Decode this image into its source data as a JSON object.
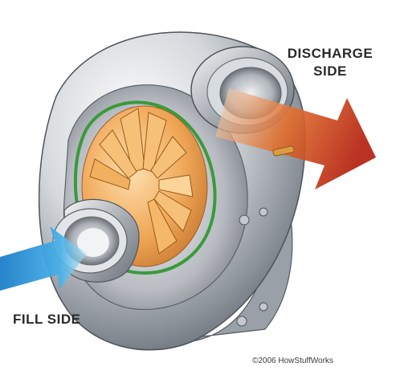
{
  "labels": {
    "discharge_line1": "DISCHARGE",
    "discharge_line2": "SIDE",
    "fill": "FILL SIDE"
  },
  "copyright": "©2006 HowStuffWorks",
  "colors": {
    "discharge_arrow_start": "#e8b088",
    "discharge_arrow_end": "#b42010",
    "fill_arrow_start": "#9ad8f4",
    "fill_arrow_end": "#1a7ec8",
    "impeller": "#f0a858",
    "impeller_seal": "#3a9a3a",
    "housing": "#c8ccd2"
  }
}
